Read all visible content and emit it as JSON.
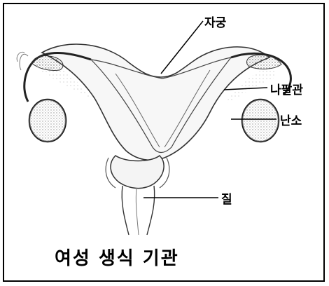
{
  "labels": {
    "uterus": "자궁",
    "fallopian_tube": "나팔관",
    "ovary": "난소",
    "vagina": "질"
  },
  "caption": "여성 생식 기관"
}
